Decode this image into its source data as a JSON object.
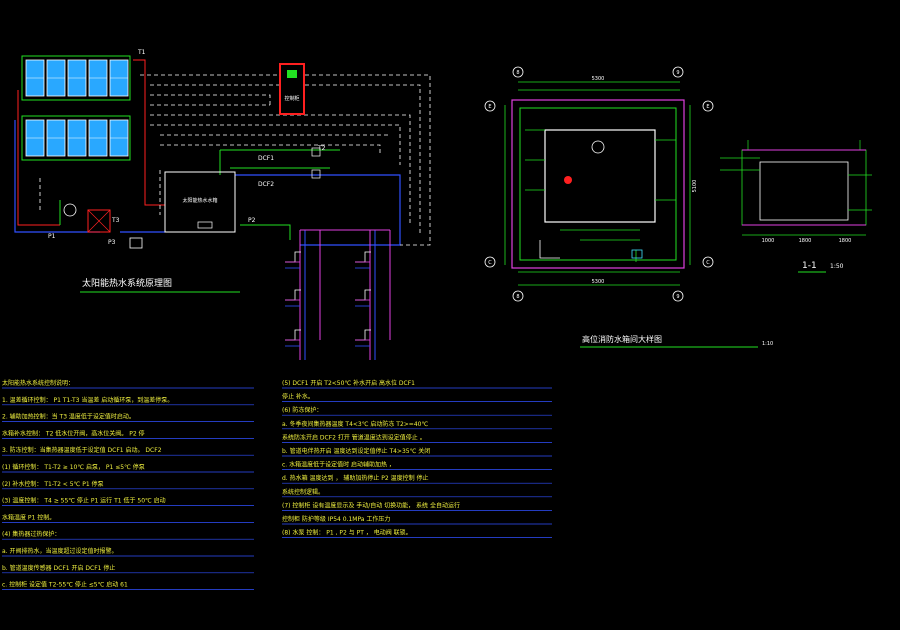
{
  "colors": {
    "background": "#000000",
    "green": "#22e022",
    "yellow": "#f0f040",
    "blue": "#3050ff",
    "magenta": "#e040e0",
    "red": "#ff2020",
    "white": "#ffffff",
    "cyan": "#40e0ff",
    "solar_panel": "#29a8ff"
  },
  "solar_system": {
    "title": "太阳能热水系统原理图",
    "tank_label": "太阳能热水水箱",
    "control_label": "控制柜",
    "tag_t1": "T1",
    "tag_t2": "T2",
    "tag_t3": "T3",
    "tag_p1": "P1",
    "tag_p2": "P2",
    "tag_p3": "P3",
    "tag_dcf1": "DCF1",
    "tag_dcf2": "DCF2"
  },
  "fire_tank": {
    "title": "高位消防水箱间大样图",
    "scale": "1:10",
    "dim_top": "5300",
    "dim_side": "5100",
    "dim_bottom": "5300",
    "axis_e": "E",
    "axis_c": "C",
    "axis_8": "8",
    "axis_9": "9"
  },
  "section": {
    "title": "1-1",
    "scale": "1:50",
    "dim1": "1000",
    "dim2": "1800",
    "dim3": "1800"
  },
  "notes_left": [
    "太阳能热水系统控制说明：",
    "1. 温差循环控制：   P1  T1-T3  当温差  启动循环泵，到温差停泵。",
    "2. 辅助加热控制：当  T3  温度低于设定值时启动。",
    "   水箱补水控制：    T2  低水位开阀，高水位关阀。    P2  停",
    "3. 防冻控制：当集热器温度低于设定值  DCF1  启动。   DCF2",
    "(1) 循环控制：    T1-T2 ≥ 10℃ 启泵，    P1  ≤5℃  停泵",
    "(2) 补水控制：    T1-T2 < 5℃   P1  停泵",
    "(3) 温度控制：    T4 ≥ 55℃ 停止     P1  运行     T1  低于 50℃ 启动",
    "   水箱温度  P1  控制。",
    "(4) 集热器过热保护：",
    "   a. 开阀排热水，当温度超过设定值时报警。",
    "   b. 管道温度传感器    DCF1  开启    DCF1  停止",
    "   c. 控制柜  设定值    T2-55℃ 停止    ≤5℃  启动    61"
  ],
  "notes_right": [
    "(5) DCF1  开启    T2<50℃  补水开启     高水位  DCF1",
    "   停止  补水。",
    "(6) 防冻保护：",
    "   a. 冬季夜间集热器温度   T4<3℃  启动防冻    T2>=40℃",
    "   系统防冻开启  DCF2  打开  管道温度达到设定值停止  。",
    "   b. 管道电伴热开启  温度达到设定值停止   T4>35℃  关闭",
    "   c. 水箱温度低于设定值时  启动辅助加热  ，",
    "   d. 热水箱  温度达到  ，   辅助加热停止    P2  温度控制  停止",
    "   系统控制逻辑。",
    "(7) 控制柜  设有温度显示及  手动/自动  切换功能，   系统  全自动运行",
    "   控制柜  防护等级   IP54     0.1MPa  工作压力",
    "(8) 水泵  控制：    P1 , P2  与  PT  ，  电动阀  联锁。"
  ]
}
